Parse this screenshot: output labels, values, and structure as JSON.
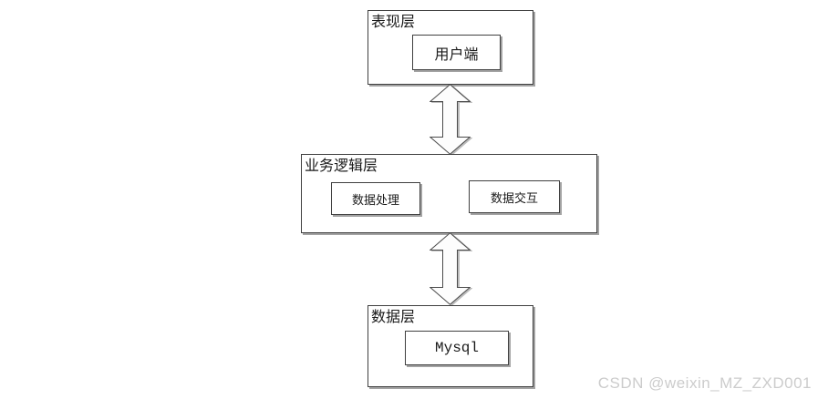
{
  "diagram": {
    "title_hint": "three-tier-architecture",
    "presentation_layer": {
      "label": "表现层",
      "client_label": "用户端"
    },
    "business_layer": {
      "label": "业务逻辑层",
      "data_processing_label": "数据处理",
      "data_interaction_label": "数据交互"
    },
    "data_layer": {
      "label": "数据层",
      "database_label": "Mysql"
    },
    "connectors": {
      "type": "double-headed-vertical-block-arrow",
      "count": 2
    }
  },
  "watermark": {
    "text": "CSDN @weixin_MZ_ZXD001"
  },
  "colors": {
    "background": "#ffffff",
    "box_border": "#3f3f3f",
    "box_shadow": "#a3a3a3",
    "arrow_fill": "#fdfdfd",
    "arrow_stroke": "#4a4a4a",
    "watermark_text": "#cccccc"
  }
}
